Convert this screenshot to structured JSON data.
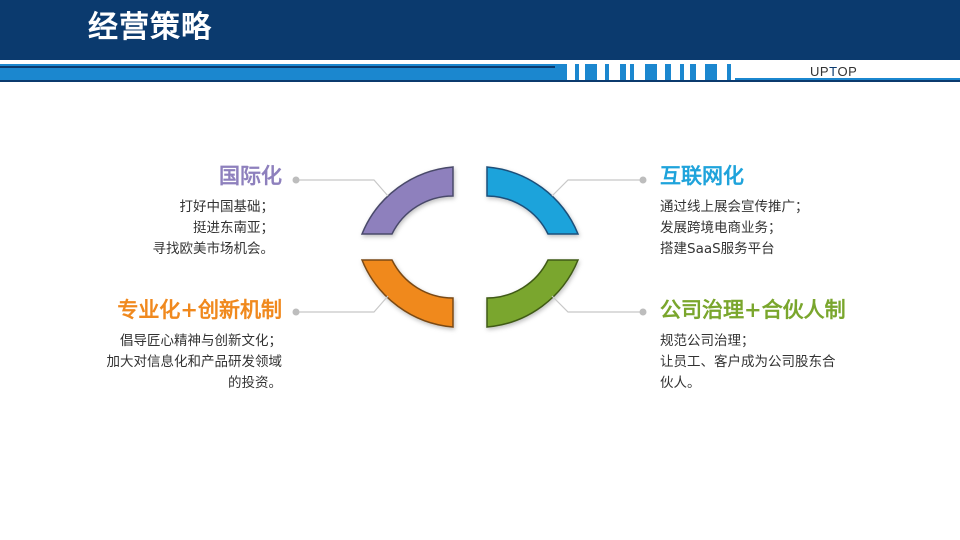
{
  "title": "经营策略",
  "logo": {
    "prefix": "UP",
    "mid": "T",
    "suffix": "OP"
  },
  "colors": {
    "header": "#0b3a6e",
    "purple": "#8e80bd",
    "blue": "#1fa3db",
    "orange": "#f0891e",
    "green": "#7aa62d"
  },
  "quadrants": {
    "top_left": {
      "heading": "国际化",
      "lines": [
        "打好中国基础；",
        "挺进东南亚；",
        "寻找欧美市场机会。"
      ]
    },
    "top_right": {
      "heading": "互联网化",
      "lines": [
        "通过线上展会宣传推广；",
        "发展跨境电商业务；",
        "搭建SaaS服务平台"
      ]
    },
    "bottom_left": {
      "heading": "专业化+创新机制",
      "lines": [
        "倡导匠心精神与创新文化；",
        "加大对信息化和产品研发领域",
        "的投资。"
      ]
    },
    "bottom_right": {
      "heading": "公司治理+合伙人制",
      "lines": [
        "规范公司治理；",
        "让员工、客户成为公司股东合",
        "伙人。"
      ]
    }
  }
}
